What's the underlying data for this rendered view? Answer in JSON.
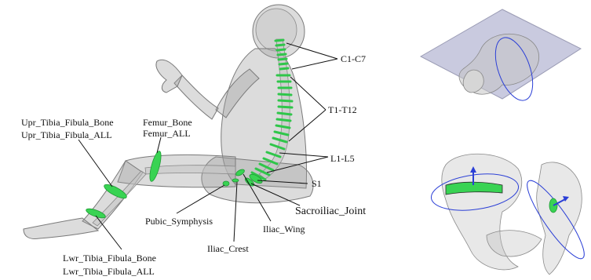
{
  "labels": {
    "cervical": "C1-C7",
    "thoracic": "T1-T12",
    "lumbar": "L1-L5",
    "sacrum": "S1",
    "sacroiliac": "Sacroiliac_Joint",
    "iliac_wing": "Iliac_Wing",
    "iliac_crest": "Iliac_Crest",
    "pubic": "Pubic_Symphysis",
    "femur_bone": "Femur_Bone",
    "femur_all": "Femur_ALL",
    "upr_tibia_bone": "Upr_Tibia_Fibula_Bone",
    "upr_tibia_all": "Upr_Tibia_Fibula_ALL",
    "lwr_tibia_bone": "Lwr_Tibia_Fibula_Bone",
    "lwr_tibia_all": "Lwr_Tibia_Fibula_ALL"
  },
  "colors": {
    "section_green": "#39d353",
    "plane_blue": "#2b3fd6",
    "plate_lavender": "#c9cadf",
    "body_gray": "#9a9a9a"
  }
}
